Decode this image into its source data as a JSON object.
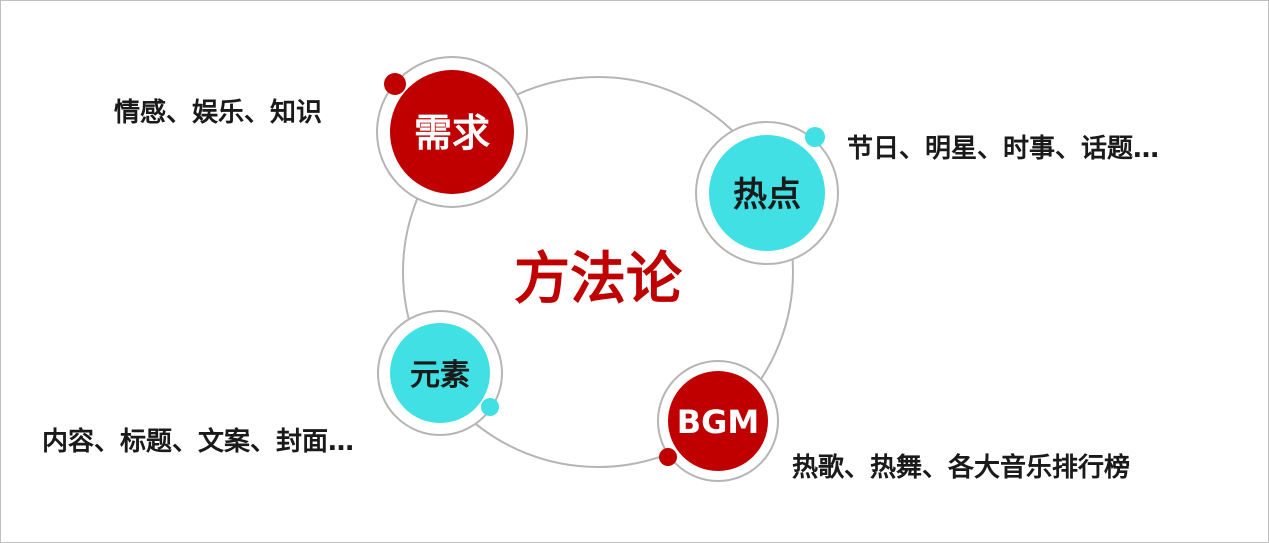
{
  "center_title": "方法论",
  "nodes": {
    "demand": {
      "label": "需求",
      "desc": "情感、娱乐、知识"
    },
    "hotspot": {
      "label": "热点",
      "desc": "节日、明星、时事、话题…"
    },
    "elements": {
      "label": "元素",
      "desc": "内容、标题、文案、封面…"
    },
    "bgm": {
      "label": "BGM",
      "desc": "热歌、热舞、各大音乐排行榜"
    }
  },
  "colors": {
    "red": "#c00000",
    "cyan": "#40e0e4",
    "ring": "#b5b5b5",
    "text": "#1a1a1a"
  }
}
